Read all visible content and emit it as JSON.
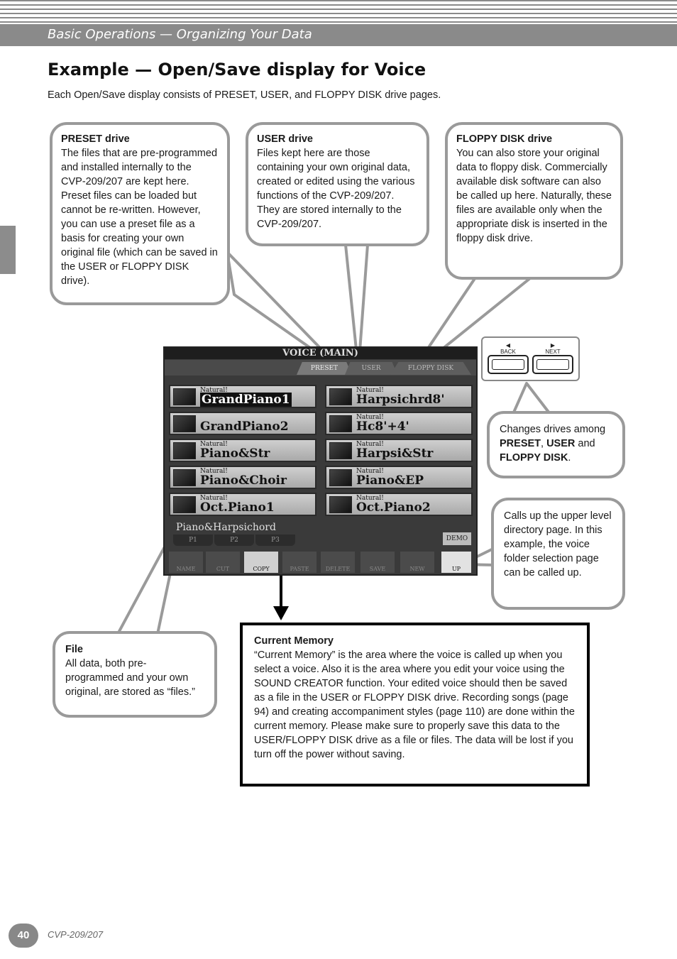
{
  "header": {
    "section_title": "Basic Operations — Organizing Your Data"
  },
  "title": "Example — Open/Save display for Voice",
  "intro": "Each Open/Save display consists of PRESET, USER, and FLOPPY DISK drive pages.",
  "callouts": {
    "preset": {
      "title": "PRESET drive",
      "body": "The files that are pre-programmed and installed internally to the CVP-209/207 are kept here. Preset files can be loaded but cannot be re-written. However, you can use a preset file as a basis for creating your own original file (which can be saved in the USER or FLOPPY DISK drive)."
    },
    "user": {
      "title": "USER drive",
      "body": "Files kept here are those containing your own original data, created or edited using the various functions of the CVP-209/207. They are stored internally to the CVP-209/207."
    },
    "floppy": {
      "title": "FLOPPY DISK drive",
      "body": "You can also store your original data to floppy disk. Commercially available disk software can also be called up here. Naturally, these files are available only when the appropriate disk is inserted in the floppy disk drive."
    },
    "drives": {
      "pre": "Changes drives among ",
      "b1": "PRESET",
      "sep1": ", ",
      "b2": "USER",
      "sep2": " and ",
      "b3": "FLOPPY DISK",
      "end": "."
    },
    "up": {
      "body": "Calls up the upper level directory page. In this example, the voice folder selection page can be called up."
    },
    "file": {
      "title": "File",
      "body": "All data, both pre-programmed and your own original, are stored as “files.”"
    },
    "current_memory": {
      "title": "Current Memory",
      "body": "“Current Memory” is the area where the voice is called up when you select a voice. Also it is the area where you edit your voice using the SOUND CREATOR function. Your edited voice should then be saved as a file in the USER or FLOPPY DISK drive. Recording songs (page 94) and creating accompaniment styles (page 110) are done within the current memory. Please make sure to properly save this data to the USER/FLOPPY DISK drive as a file or files. The data will be lost if you turn off the power without saving."
    }
  },
  "screen": {
    "title": "VOICE (MAIN)",
    "tabs": [
      "PRESET",
      "USER",
      "FLOPPY DISK"
    ],
    "left_voices": [
      {
        "cat": "Natural!",
        "name": "GrandPiano1"
      },
      {
        "cat": "",
        "name": "GrandPiano2"
      },
      {
        "cat": "Natural!",
        "name": "Piano&Str"
      },
      {
        "cat": "Natural!",
        "name": "Piano&Choir"
      },
      {
        "cat": "Natural!",
        "name": "Oct.Piano1"
      }
    ],
    "right_voices": [
      {
        "cat": "Natural!",
        "name": "Harpsichrd8'"
      },
      {
        "cat": "Natural!",
        "name": "Hc8'+4'"
      },
      {
        "cat": "Natural!",
        "name": "Harpsi&Str"
      },
      {
        "cat": "Natural!",
        "name": "Piano&EP"
      },
      {
        "cat": "Natural!",
        "name": "Oct.Piano2"
      }
    ],
    "folder": "Piano&Harpsichord",
    "pages": [
      "P1",
      "P2",
      "P3"
    ],
    "demo": "DEMO",
    "functions": [
      "NAME",
      "CUT",
      "COPY",
      "PASTE",
      "DELETE",
      "SAVE",
      "NEW",
      "UP"
    ]
  },
  "panel": {
    "back": "BACK",
    "next": "NEXT"
  },
  "footer": {
    "page_number": "40",
    "model": "CVP-209/207"
  }
}
